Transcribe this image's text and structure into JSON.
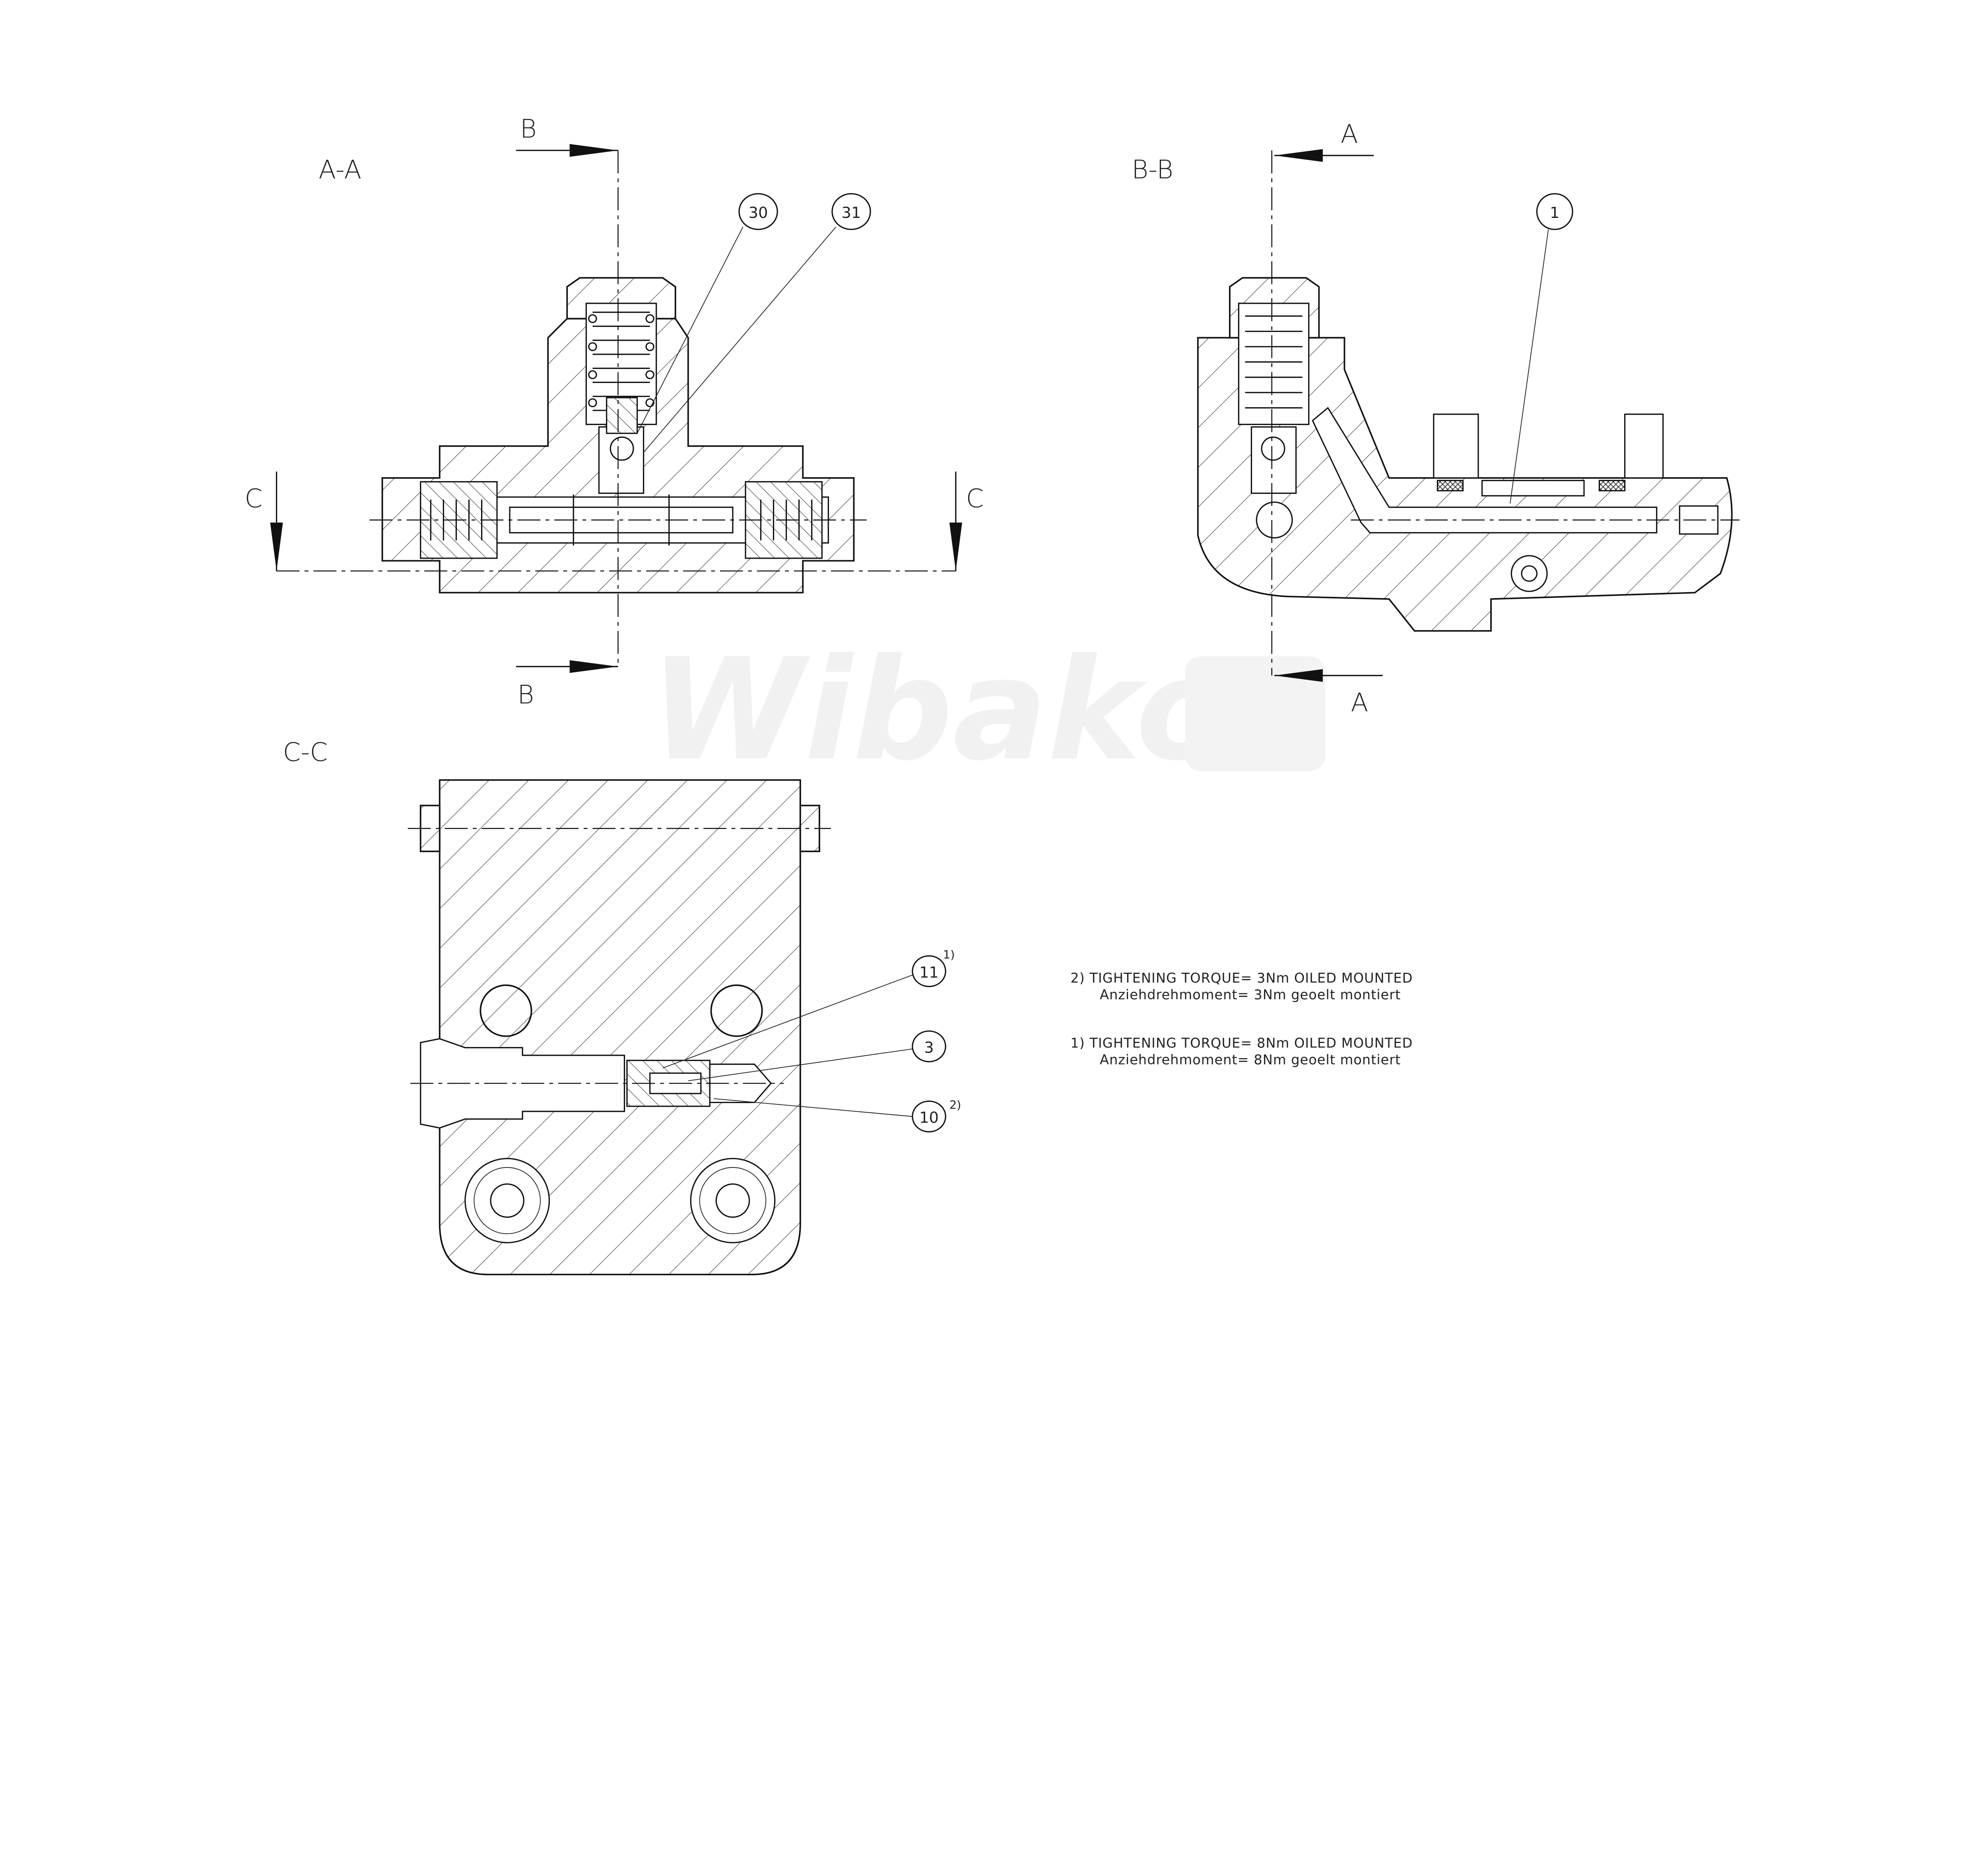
{
  "watermark": "Wibako",
  "views": {
    "aa": {
      "title": "A-A",
      "section_letter_top": "B",
      "section_letter_bottom": "B",
      "section_letter_left": "C",
      "section_letter_right": "C",
      "balloons": [
        {
          "label": "30"
        },
        {
          "label": "31"
        }
      ]
    },
    "bb": {
      "title": "B-B",
      "section_letter_top": "A",
      "section_letter_bottom": "A",
      "balloons": [
        {
          "label": "1"
        }
      ]
    },
    "cc": {
      "title": "C-C",
      "balloons": [
        {
          "label": "11",
          "note_ref": "1)"
        },
        {
          "label": "3"
        },
        {
          "label": "10",
          "note_ref": "2)"
        }
      ]
    }
  },
  "notes": [
    {
      "line1": "2) TIGHTENING TORQUE= 3Nm OILED MOUNTED",
      "line2": "Anziehdrehmoment= 3Nm geoelt montiert"
    },
    {
      "line1": "1) TIGHTENING TORQUE= 8Nm OILED MOUNTED",
      "line2": "Anziehdrehmoment= 8Nm geoelt montiert"
    }
  ]
}
